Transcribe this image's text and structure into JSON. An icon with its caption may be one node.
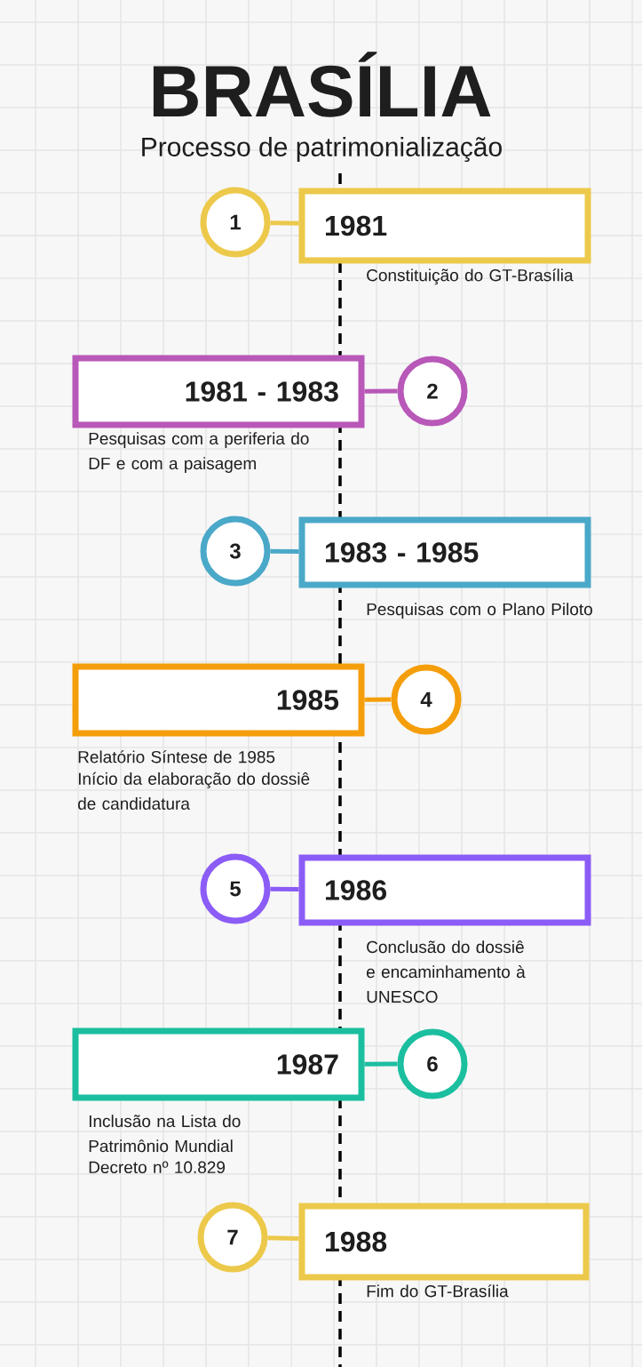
{
  "diagram": {
    "title": "BRASÍLIA",
    "nodes": [
      {
        "text": [
          "1"
        ]
      },
      {
        "text": [
          "1981"
        ],
        "beside": [
          "Constituição do GT-Brasília"
        ]
      },
      {
        "text": [
          "1981 - 1983"
        ],
        "beside": [
          "Pesquisas com a periferia do DF e com a paisagem"
        ]
      },
      {
        "text": [
          "2"
        ]
      },
      {
        "text": [
          "3"
        ]
      },
      {
        "text": [
          "1983 - 1985"
        ],
        "beside": [
          "Pesquisas com o Plano Piloto"
        ]
      },
      {
        "text": [
          "1985"
        ],
        "beside": [
          "Relatório Síntese de 1985",
          "Início da elaboração do dossiê de candidatura"
        ]
      },
      {
        "text": [
          "4"
        ]
      },
      {
        "text": [
          "5"
        ]
      },
      {
        "text": [
          "1986"
        ],
        "beside": [
          "Conclusão do dossiê e encaminhamento à UNESCO"
        ]
      },
      {
        "text": [
          "1987"
        ],
        "beside": [
          "Inclusão na Lista do Patrimônio Mundial",
          "Decreto nº 10.829"
        ]
      },
      {
        "text": [
          "6"
        ]
      },
      {
        "text": [
          "7"
        ]
      },
      {
        "text": [
          "1988"
        ],
        "beside": [
          "Fim do GT-Brasília"
        ]
      }
    ],
    "edges": [
      {
        "from": 0,
        "to": 1,
        "arrow": "none",
        "color": "#ecc94b"
      },
      {
        "from": 3,
        "to": 2,
        "arrow": "none",
        "color": "#b858b8"
      },
      {
        "from": 4,
        "to": 5,
        "arrow": "none",
        "color": "#4aa8c8"
      },
      {
        "from": 7,
        "to": 6,
        "arrow": "none",
        "color": "#f59e0b"
      },
      {
        "from": 8,
        "to": 9,
        "arrow": "none",
        "color": "#8b5cf6"
      },
      {
        "from": 11,
        "to": 10,
        "arrow": "none",
        "color": "#1bbf9f"
      },
      {
        "from": 12,
        "to": 13,
        "arrow": "none",
        "color": "#ecc94b"
      }
    ],
    "labels": [
      "Processo de patrimonialização"
    ]
  }
}
